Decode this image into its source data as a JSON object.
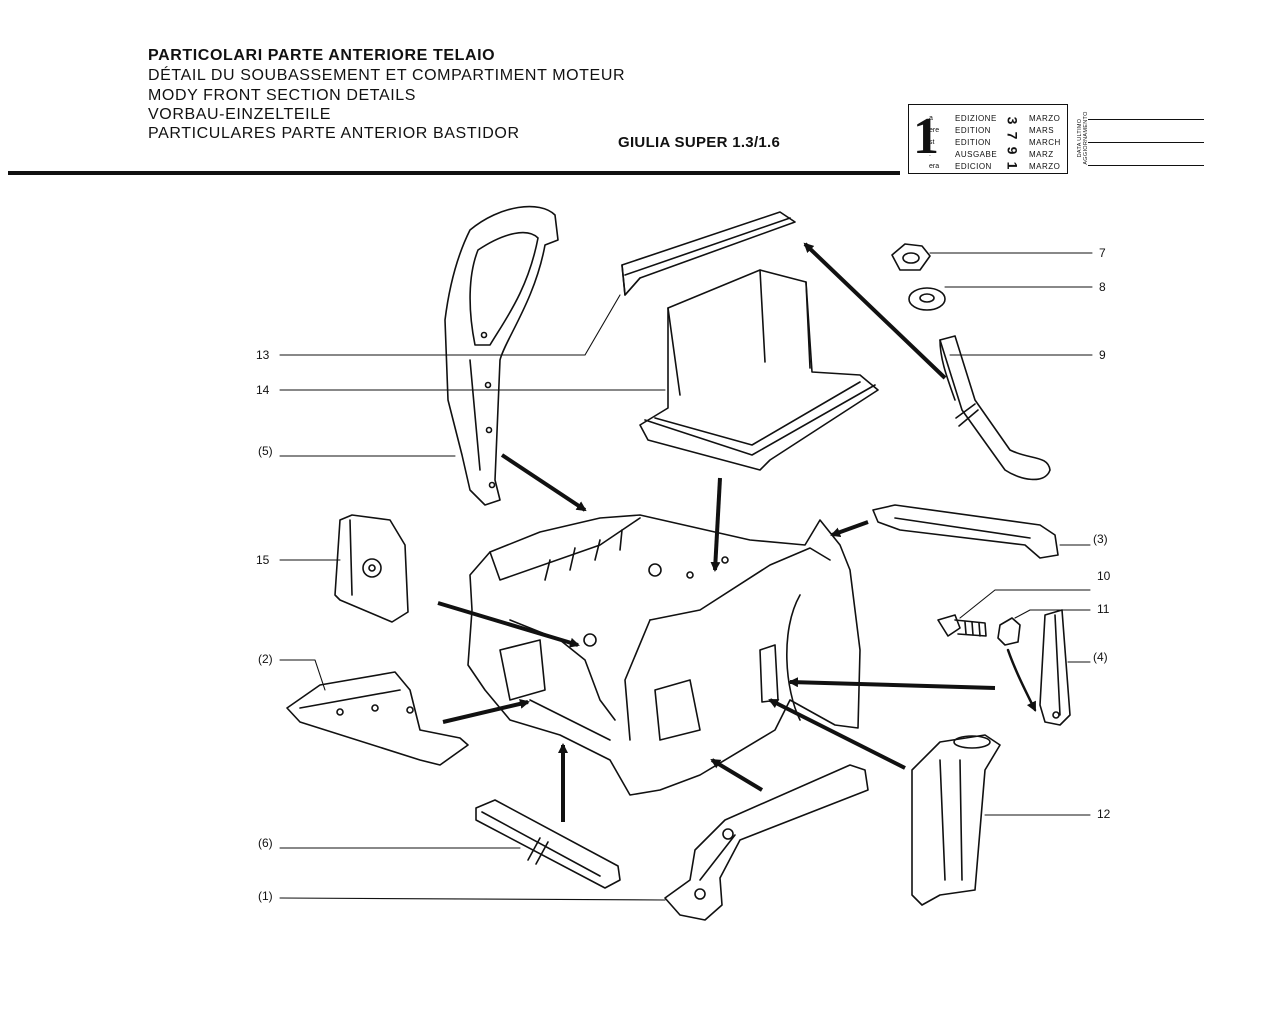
{
  "header": {
    "lines": [
      "PARTICOLARI PARTE ANTERIORE TELAIO",
      "DÉTAIL DU SOUBASSEMENT ET COMPARTIMENT MOTEUR",
      "MODY FRONT SECTION DETAILS",
      "VORBAU-EINZELTEILE",
      "PARTICULARES PARTE ANTERIOR BASTIDOR"
    ],
    "model": "GIULIA SUPER 1.3/1.6"
  },
  "edition_stamp": {
    "number": "1",
    "suffixes": [
      "a",
      "ere",
      "st",
      ".",
      "era"
    ],
    "words": [
      "EDIZIONE",
      "EDITION",
      "EDITION",
      "AUSGABE",
      "EDICION"
    ],
    "months": [
      "MARZO",
      "MARS",
      "MARCH",
      "MARZ",
      "MARZO"
    ],
    "year_digits": [
      "3",
      "7",
      "9",
      "1"
    ],
    "update_label": "DATA ULTIMO AGGIORNAMENTO"
  },
  "callouts": {
    "c7": "7",
    "c8": "8",
    "c9": "9",
    "c13": "13",
    "c14": "14",
    "c5": "(5)",
    "c3": "(3)",
    "c15": "15",
    "c10": "10",
    "c11": "11",
    "c2": "(2)",
    "c4": "(4)",
    "c12": "12",
    "c6": "(6)",
    "c1": "(1)"
  }
}
